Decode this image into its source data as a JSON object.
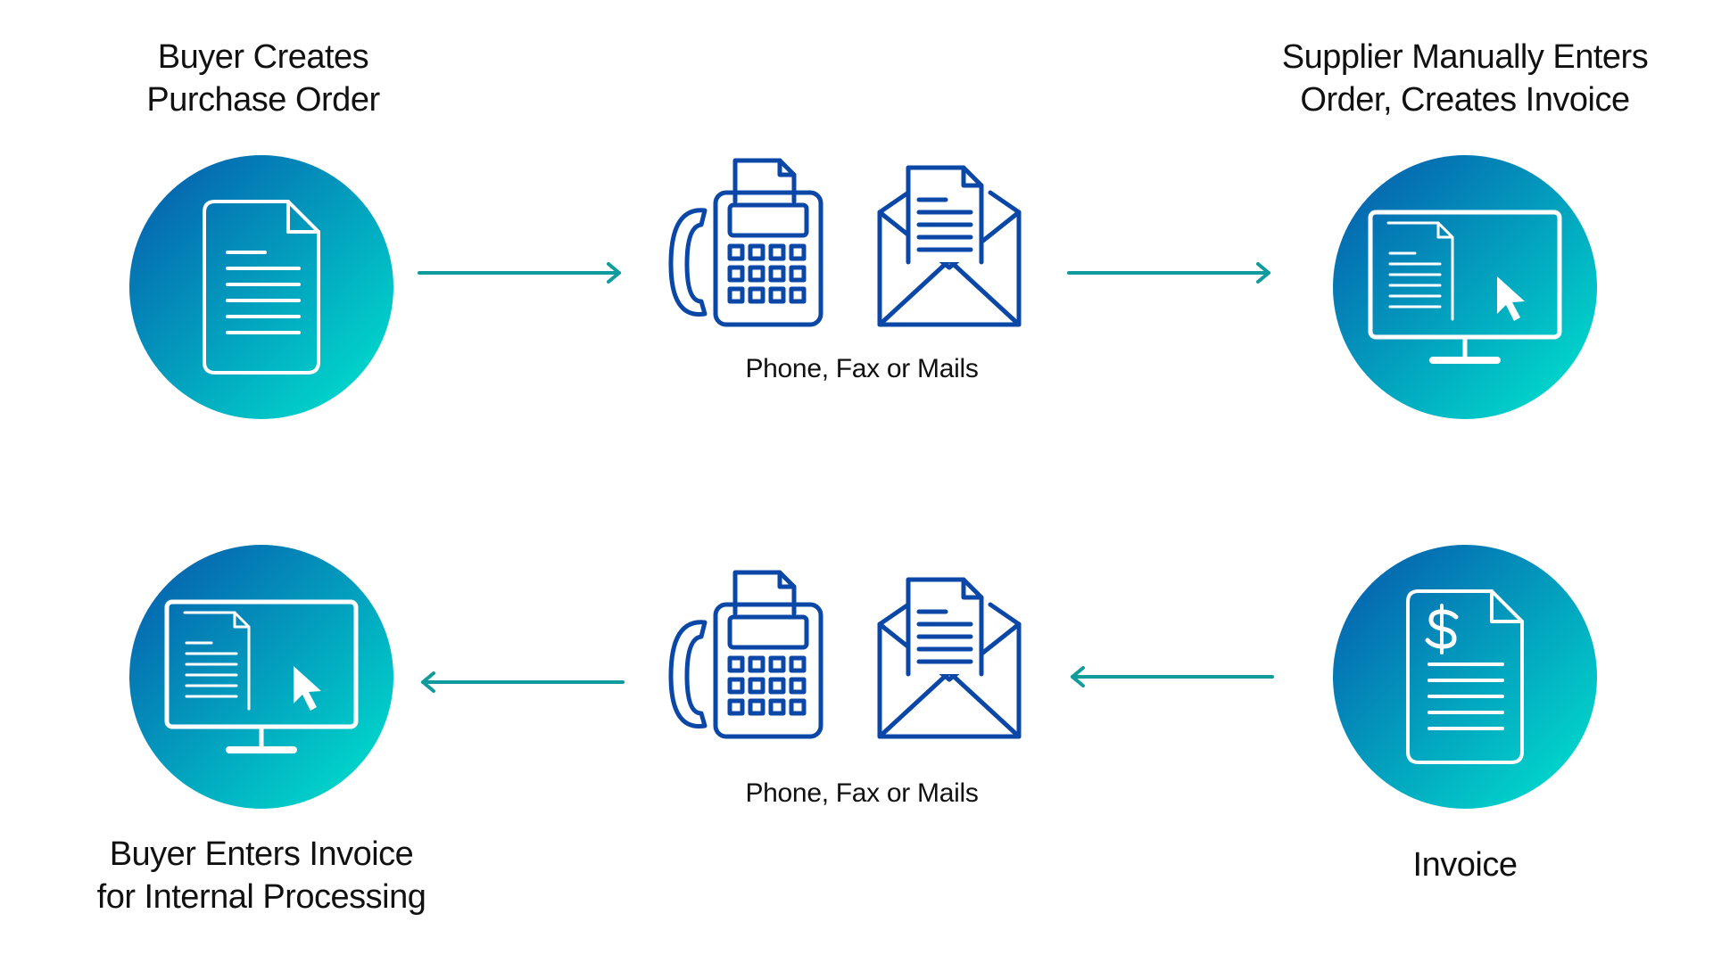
{
  "colors": {
    "circle_gradient_start": "#0656ac",
    "circle_gradient_end": "#00e6cf",
    "channel_icon": "#0b47a7",
    "arrow": "#109c9c",
    "icon_line": "#ffffff",
    "text": "#111111"
  },
  "nodes": {
    "purchase_order": {
      "label_line1": "Buyer Creates",
      "label_line2": "Purchase Order",
      "icon": "document-icon"
    },
    "supplier_invoice": {
      "label_line1": "Supplier Manually Enters",
      "label_line2": "Order, Creates Invoice",
      "icon": "monitor-document-cursor-icon"
    },
    "invoice": {
      "label_line1": "Invoice",
      "icon": "invoice-dollar-icon"
    },
    "buyer_invoice": {
      "label_line1": "Buyer Enters Invoice",
      "label_line2": "for Internal Processing",
      "icon": "monitor-document-cursor-icon"
    }
  },
  "channels": {
    "top": {
      "caption": "Phone, Fax or Mails",
      "icons": [
        "fax-phone-icon",
        "mail-envelope-icon"
      ]
    },
    "bottom": {
      "caption": "Phone, Fax or Mails",
      "icons": [
        "fax-phone-icon",
        "mail-envelope-icon"
      ]
    }
  }
}
